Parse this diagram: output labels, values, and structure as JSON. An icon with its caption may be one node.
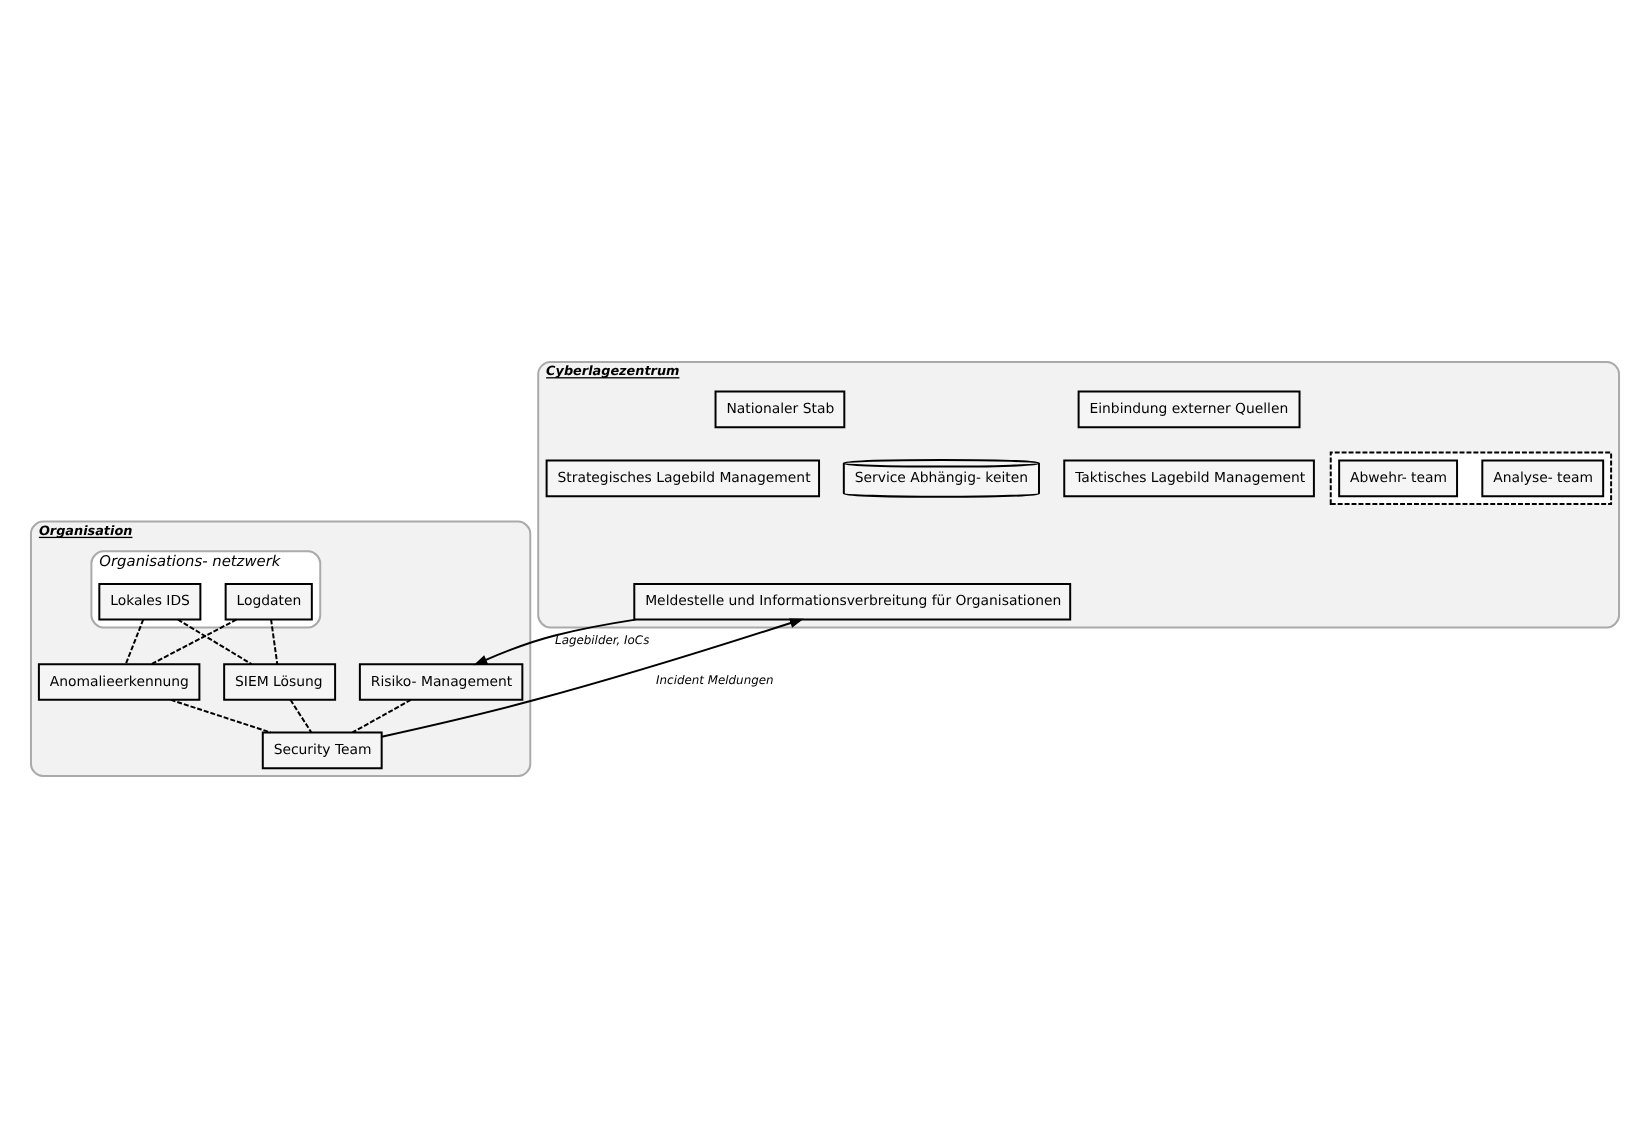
{
  "diagram": {
    "nodes": [
      {
        "text": [
          "Cyberlagezentrum"
        ]
      },
      {
        "text": [],
        "shape": "box",
        "in": 0
      },
      {
        "text": [
          "Analyse- team"
        ],
        "in": 1
      },
      {
        "text": [
          "Abwehr- team"
        ],
        "in": 1
      },
      {
        "text": [
          "Einbindung externer Quellen"
        ],
        "in": 0
      },
      {
        "text": [
          "Taktisches Lagebild Management"
        ],
        "in": 0
      },
      {
        "text": [
          "Nationaler Stab"
        ],
        "in": 0
      },
      {
        "text": [
          "Strategisches Lagebild Management"
        ],
        "in": 0
      },
      {
        "text": [
          "Service Abhängig- keiten"
        ],
        "in": 0
      },
      {
        "text": [
          "Meldestelle und Informationsverbreitung für Organisationen"
        ],
        "in": 0
      },
      {
        "text": [
          "Organisation"
        ]
      },
      {
        "text": [
          "Organisations- netzwerk"
        ],
        "in": 10
      },
      {
        "text": [
          "Lokales IDS"
        ],
        "in": 11
      },
      {
        "text": [
          "Logdaten"
        ],
        "in": 11
      },
      {
        "text": [
          "Anomalieerkennung"
        ],
        "in": 10
      },
      {
        "text": [
          "SIEM Lösung"
        ],
        "in": 10
      },
      {
        "text": [
          "Risiko- Management"
        ],
        "in": 10
      },
      {
        "text": [
          "Security Team"
        ],
        "in": 10
      }
    ],
    "edges": [
      {
        "from": 17,
        "to": 9,
        "arrow": "to",
        "label": "Incident Meldungen"
      },
      {
        "from": 9,
        "to": 16,
        "arrow": "to",
        "label": "Lagebilder, IoCs"
      },
      {
        "from": 12,
        "to": 14,
        "arrow": "none",
        "style": "dashed"
      },
      {
        "from": 12,
        "to": 15,
        "arrow": "none",
        "style": "dashed"
      },
      {
        "from": 13,
        "to": 14,
        "arrow": "none",
        "style": "dashed"
      },
      {
        "from": 13,
        "to": 15,
        "arrow": "none",
        "style": "dashed"
      },
      {
        "from": 14,
        "to": 17,
        "arrow": "none",
        "style": "dashed"
      },
      {
        "from": 15,
        "to": 17,
        "arrow": "none",
        "style": "dashed"
      },
      {
        "from": 16,
        "to": 17,
        "arrow": "none",
        "style": "dashed"
      }
    ]
  }
}
